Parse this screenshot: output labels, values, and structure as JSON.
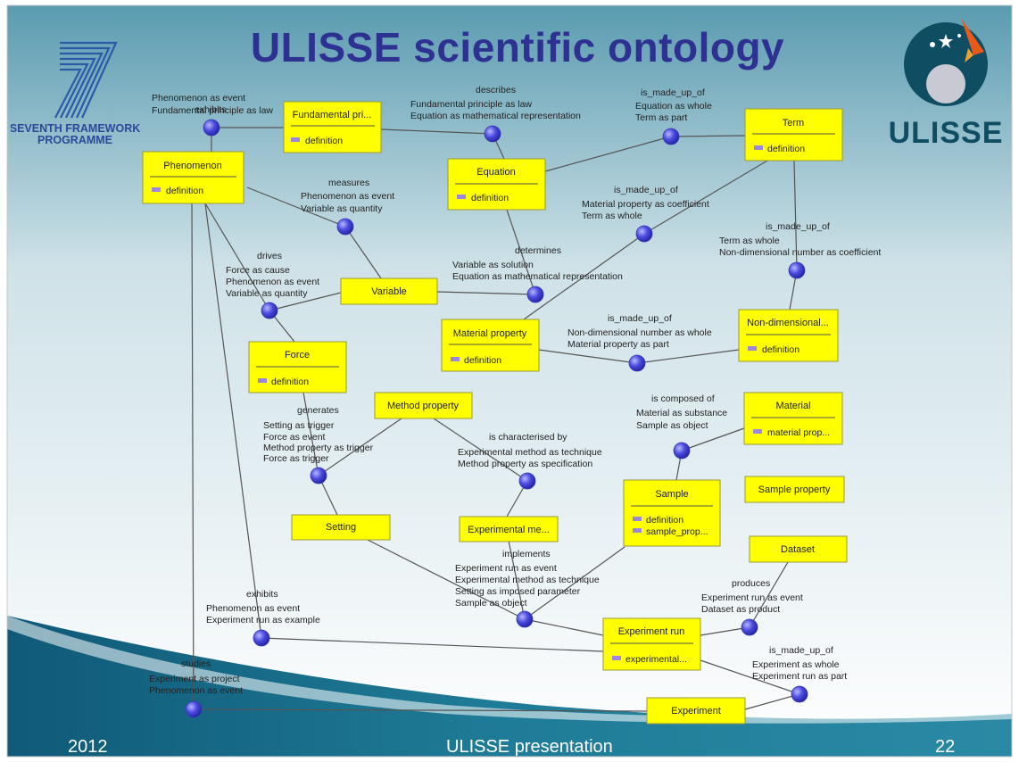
{
  "slide": {
    "title": "ULISSE scientific ontology",
    "footer_left": "2012",
    "footer_center": "ULISSE presentation",
    "footer_right": "22",
    "logo_left_text": [
      "SEVENTH FRAMEWORK",
      "PROGRAMME"
    ],
    "logo_right_text": "ULISSE"
  },
  "colors": {
    "title": "#2e3192",
    "node_fill": "#ffff00",
    "junction": "#4a4ae0",
    "band": "#1d6c88"
  },
  "nodes": {
    "fundamental": {
      "title": "Fundamental pri...",
      "attrs": [
        "definition"
      ]
    },
    "phenomenon": {
      "title": "Phenomenon",
      "attrs": [
        "definition"
      ]
    },
    "equation": {
      "title": "Equation",
      "attrs": [
        "definition"
      ]
    },
    "term": {
      "title": "Term",
      "attrs": [
        "definition"
      ]
    },
    "variable": {
      "title": "Variable",
      "attrs": []
    },
    "material_property": {
      "title": "Material property",
      "attrs": [
        "definition"
      ]
    },
    "nondimensional": {
      "title": "Non-dimensional...",
      "attrs": [
        "definition"
      ]
    },
    "force": {
      "title": "Force",
      "attrs": [
        "definition"
      ]
    },
    "method_property": {
      "title": "Method property",
      "attrs": []
    },
    "material": {
      "title": "Material",
      "attrs": [
        "material prop..."
      ]
    },
    "sample": {
      "title": "Sample",
      "attrs": [
        "definition",
        "sample_prop..."
      ]
    },
    "sample_property": {
      "title": "Sample property",
      "attrs": []
    },
    "setting": {
      "title": "Setting",
      "attrs": []
    },
    "experimental_method": {
      "title": "Experimental me...",
      "attrs": []
    },
    "dataset": {
      "title": "Dataset",
      "attrs": []
    },
    "experiment_run": {
      "title": "Experiment run",
      "attrs": [
        "experimental..."
      ]
    },
    "experiment": {
      "title": "Experiment",
      "attrs": []
    }
  },
  "relations": {
    "exhibits1": [
      "exhibits",
      "Phenomenon as event",
      "Fundamental principle as law"
    ],
    "describes": [
      "describes",
      "Fundamental principle as law",
      "Equation as mathematical representation"
    ],
    "made_up_of_eq": [
      "is_made_up_of",
      "Equation as whole",
      "Term as part"
    ],
    "measures": [
      "measures",
      "Phenomenon as event",
      "Variable as quantity"
    ],
    "made_up_of_matprop": [
      "is_made_up_of",
      "Material property as coefficient",
      "Term as whole"
    ],
    "made_up_of_term": [
      "is_made_up_of",
      "Term as whole",
      "Non-dimensional number as coefficient"
    ],
    "drives": [
      "drives",
      "Force as cause",
      "Phenomenon as event",
      "Variable as quantity"
    ],
    "determines": [
      "determines",
      "Variable as solution",
      "Equation as mathematical representation"
    ],
    "made_up_of_nd": [
      "is_made_up_of",
      "Non-dimensional number as whole",
      "Material property as part"
    ],
    "is_composed_of": [
      "is composed of",
      "Material as substance",
      "Sample as object"
    ],
    "generates": [
      "generates",
      "Setting as trigger",
      "Force as event",
      "Method property as trigger",
      "Force as trigger"
    ],
    "characterised": [
      "is characterised by",
      "Experimental method as technique",
      "Method property as specification"
    ],
    "implements": [
      "implements",
      "Experiment run as event",
      "Experimental method as technique",
      "Setting as imposed parameter",
      "Sample as object"
    ],
    "exhibits2": [
      "exhibits",
      "Phenomenon as event",
      "Experiment run as example"
    ],
    "produces": [
      "produces",
      "Experiment run as event",
      "Dataset as product"
    ],
    "made_up_of_exp": [
      "is_made_up_of",
      "Experiment as whole",
      "Experiment run as part"
    ],
    "studies": [
      "studies",
      "Experiment as project",
      "Phenomenon as event"
    ]
  }
}
